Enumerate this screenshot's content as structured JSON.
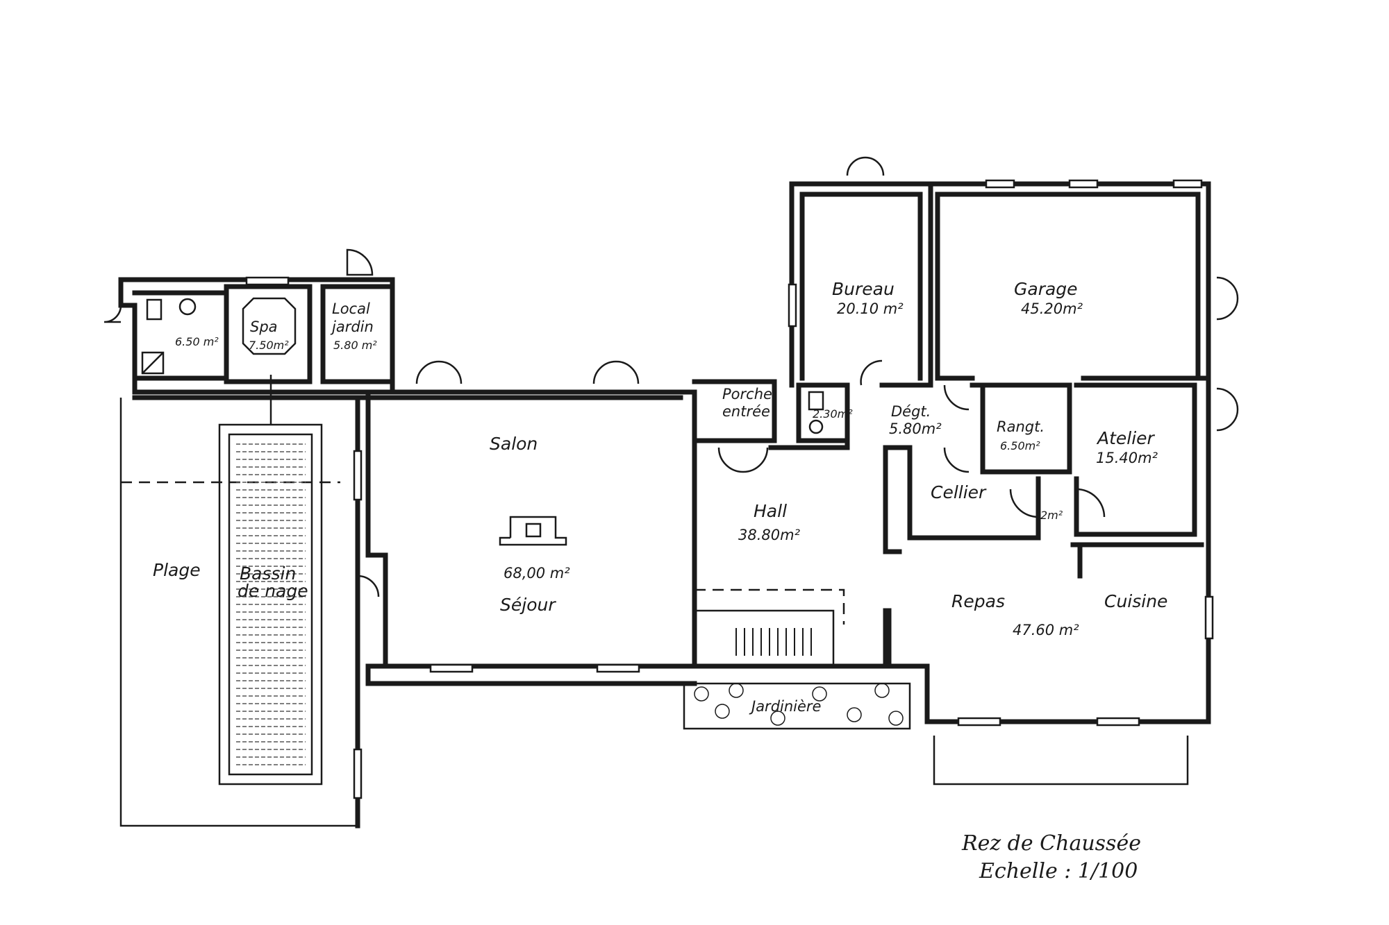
{
  "rooms": {
    "wc_area": "6.50 m²",
    "spa_name": "Spa",
    "spa_area": "7.50m²",
    "local_name_1": "Local",
    "local_name_2": "jardin",
    "local_area": "5.80 m²",
    "plage": "Plage",
    "bassin_1": "Bassin",
    "bassin_2": "de nage",
    "salon": "Salon",
    "sejour_area": "68,00 m²",
    "sejour": "Séjour",
    "porche_1": "Porche",
    "porche_2": "entrée",
    "wc2_area": "2.30m²",
    "hall_name": "Hall",
    "hall_area": "38.80m²",
    "bureau_name": "Bureau",
    "bureau_area": "20.10 m²",
    "garage_name": "Garage",
    "garage_area": "45.20m²",
    "degt_name": "Dégt.",
    "degt_area": "5.80m²",
    "rangt_name": "Rangt.",
    "rangt_area": "6.50m²",
    "atelier_name": "Atelier",
    "atelier_area": "15.40m²",
    "cellier": "Cellier",
    "small_area": "2m²",
    "repas": "Repas",
    "cuisine": "Cuisine",
    "repas_area": "47.60 m²",
    "jardiniere": "Jardinière"
  },
  "title": {
    "line1": "Rez de Chaussée",
    "line2": "Echelle : 1/100"
  }
}
